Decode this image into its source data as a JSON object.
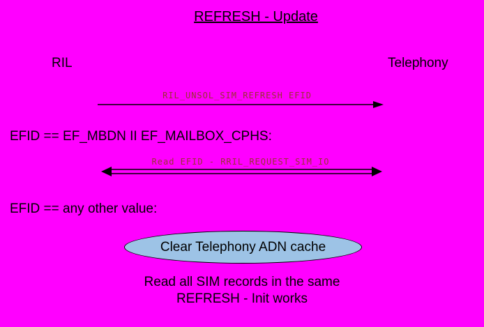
{
  "diagram": {
    "title": "REFRESH - Update",
    "participants": {
      "left": "RIL",
      "right": "Telephony"
    },
    "messages": [
      {
        "label": "RIL_UNSOL_SIM_REFRESH EFID",
        "direction": "left-to-right"
      },
      {
        "label": "Read EFID - RRIL_REQUEST_SIM_IO",
        "direction": "bidirectional"
      }
    ],
    "conditions": [
      {
        "text": "EFID == EF_MBDN II EF_MAILBOX_CPHS:"
      },
      {
        "text": "EFID == any other value:"
      }
    ],
    "process": {
      "label": "Clear Telephony ADN cache"
    },
    "note": {
      "line1": "Read all SIM records in the same",
      "line2": "REFRESH - Init works"
    },
    "colors": {
      "background": "#ff00ff",
      "text": "#000000",
      "message_label": "#993333",
      "ellipse_fill": "#9dc3e6",
      "ellipse_border": "#000000",
      "arrow": "#000000"
    }
  }
}
